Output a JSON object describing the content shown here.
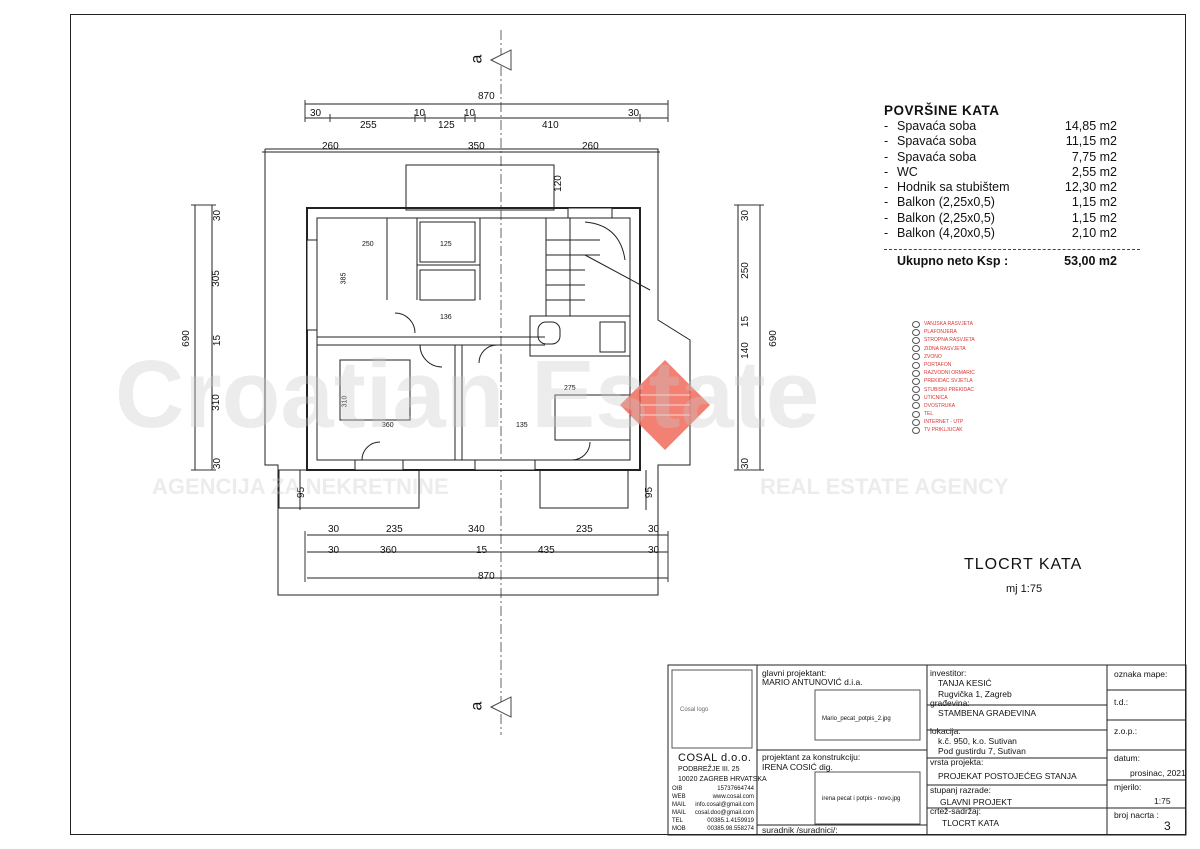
{
  "areas_table": {
    "heading": "POVRŠINE  KATA",
    "rows": [
      {
        "name": "Spavaća soba",
        "value": "14,85 m2"
      },
      {
        "name": "Spavaća soba",
        "value": "11,15 m2"
      },
      {
        "name": "Spavaća soba",
        "value": "7,75 m2"
      },
      {
        "name": "WC",
        "value": "2,55 m2"
      },
      {
        "name": "Hodnik sa stubištem",
        "value": "12,30 m2"
      },
      {
        "name": "Balkon (2,25x0,5)",
        "value": "1,15 m2"
      },
      {
        "name": "Balkon (2,25x0,5)",
        "value": "1,15 m2"
      },
      {
        "name": "Balkon (4,20x0,5)",
        "value": "2,10 m2"
      }
    ],
    "total_label": "Ukupno neto Ksp  :",
    "total_value": "53,00 m2"
  },
  "plan": {
    "title": "TLOCRT  KATA",
    "scale": "mj 1:75",
    "section_mark": "a",
    "dims_top": {
      "overall": "870",
      "row1": [
        "30",
        "255",
        "10",
        "125",
        "10",
        "410",
        "30"
      ],
      "row2": [
        "260",
        "350",
        "260"
      ],
      "side": "120"
    },
    "dims_bottom": {
      "row1": [
        "30",
        "235",
        "340",
        "235",
        "30"
      ],
      "row2": [
        "30",
        "360",
        "15",
        "435",
        "30"
      ],
      "overall": "870"
    },
    "dims_left": {
      "overall": "690",
      "parts": [
        "30",
        "305",
        "15",
        "310",
        "30"
      ],
      "balcony": "95"
    },
    "dims_right": {
      "overall": "690",
      "parts": [
        "30",
        "250",
        "15",
        "140",
        "30"
      ],
      "balcony": "95"
    },
    "room_labels": [
      "250",
      "385",
      "125",
      "136",
      "310",
      "360",
      "275",
      "135"
    ]
  },
  "legend": [
    "VANJSKA RASVJETA",
    "PLAFONJERA",
    "STROPNA RASVJETA",
    "ZIDNA RASVJETA",
    "ZVONO",
    "PORTAFON",
    "RAZVODNI ORMARIC",
    "PREKIDAC SVJETLA",
    "STUBISNI PREKIDAC",
    "UTICNICA",
    "DVOSTRUKA",
    "TEL",
    "INTERNET - UTP",
    "TV PRIKLJUCAK"
  ],
  "watermark": {
    "main": "Croatian Estate",
    "sub_left": "AGENCIJA ZA NEKRETNINE",
    "sub_right": "REAL ESTATE AGENCY"
  },
  "title_block": {
    "company_name": "COSAL d.o.o.",
    "company_address_1": "PODBREŽJE III. 25",
    "company_address_2": "10020 ZAGREB HRVATSKA",
    "company_contacts": [
      {
        "k": "OIB",
        "v": "15737664744"
      },
      {
        "k": "WEB",
        "v": "www.cosal.com"
      },
      {
        "k": "MAIL",
        "v": "info.cosal@gmail.com"
      },
      {
        "k": "MAIL",
        "v": "cosal.doo@gmail.com"
      },
      {
        "k": "TEL",
        "v": "00385.1.4159919"
      },
      {
        "k": "MOB",
        "v": "00385.98.558274"
      }
    ],
    "logo_placeholder": "Cosal logo",
    "chief_designer_label": "glavni projektant:",
    "chief_designer": "MARIO ANTUNOVIĆ d.i.a.",
    "signature_1": "Mario_pecat_potpis_2.jpg",
    "structural_label": "projektant za konstrukciju:",
    "structural": "IRENA COSIĆ dig.",
    "signature_2": "irena pecat i potpis - novo.jpg",
    "associate_label": "suradnik /suradnici/:",
    "investor_label": "investitor:",
    "investor": "TANJA KESIĆ",
    "investor_address": "Rugvička 1, Zagreb",
    "building_label": "građevina:",
    "building": "STAMBENA GRAĐEVINA",
    "location_label": "lokacija:",
    "location_1": "k.č. 950,   k.o. Sutivan",
    "location_2": "Pod gustirdu 7, Sutivan",
    "project_type_label": "vrsta projekta:",
    "project_type": "PROJEKAT POSTOJEĆEG STANJA",
    "level_label": "stupanj razrade:",
    "level": "GLAVNI PROJEKT",
    "drawing_label": "crtež-sadržaj:",
    "drawing": "TLOCRT  KATA",
    "folder_label": "oznaka mape:",
    "td_label": "t.d.:",
    "zop_label": "z.o.p.:",
    "date_label": "datum:",
    "date": "prosinac, 2021",
    "scale_label": "mjerilo:",
    "scale": "1:75",
    "sheet_label": "broj nacrta :",
    "sheet": "3"
  }
}
